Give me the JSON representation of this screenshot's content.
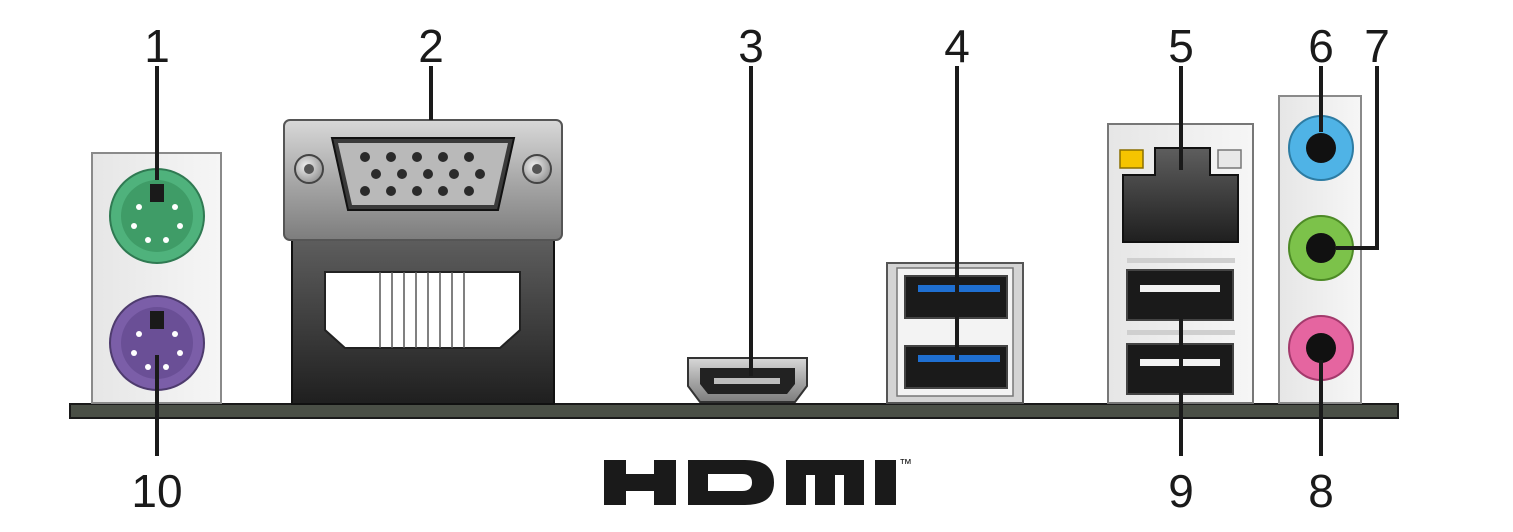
{
  "callouts": {
    "c1": "1",
    "c2": "2",
    "c3": "3",
    "c4": "4",
    "c5": "5",
    "c6": "6",
    "c7": "7",
    "c8": "8",
    "c9": "9",
    "c10": "10"
  },
  "logo": {
    "trademark": "™"
  },
  "colors": {
    "ps2_keyboard": "#7b5ea8",
    "ps2_mouse": "#4fb27c",
    "audio_line_in": "#4fb3e6",
    "audio_line_out": "#7cc24a",
    "audio_mic": "#e565a0",
    "usb3_blue": "#1f6fd1",
    "led_yellow": "#f5c400",
    "board": "#4a4f46"
  }
}
